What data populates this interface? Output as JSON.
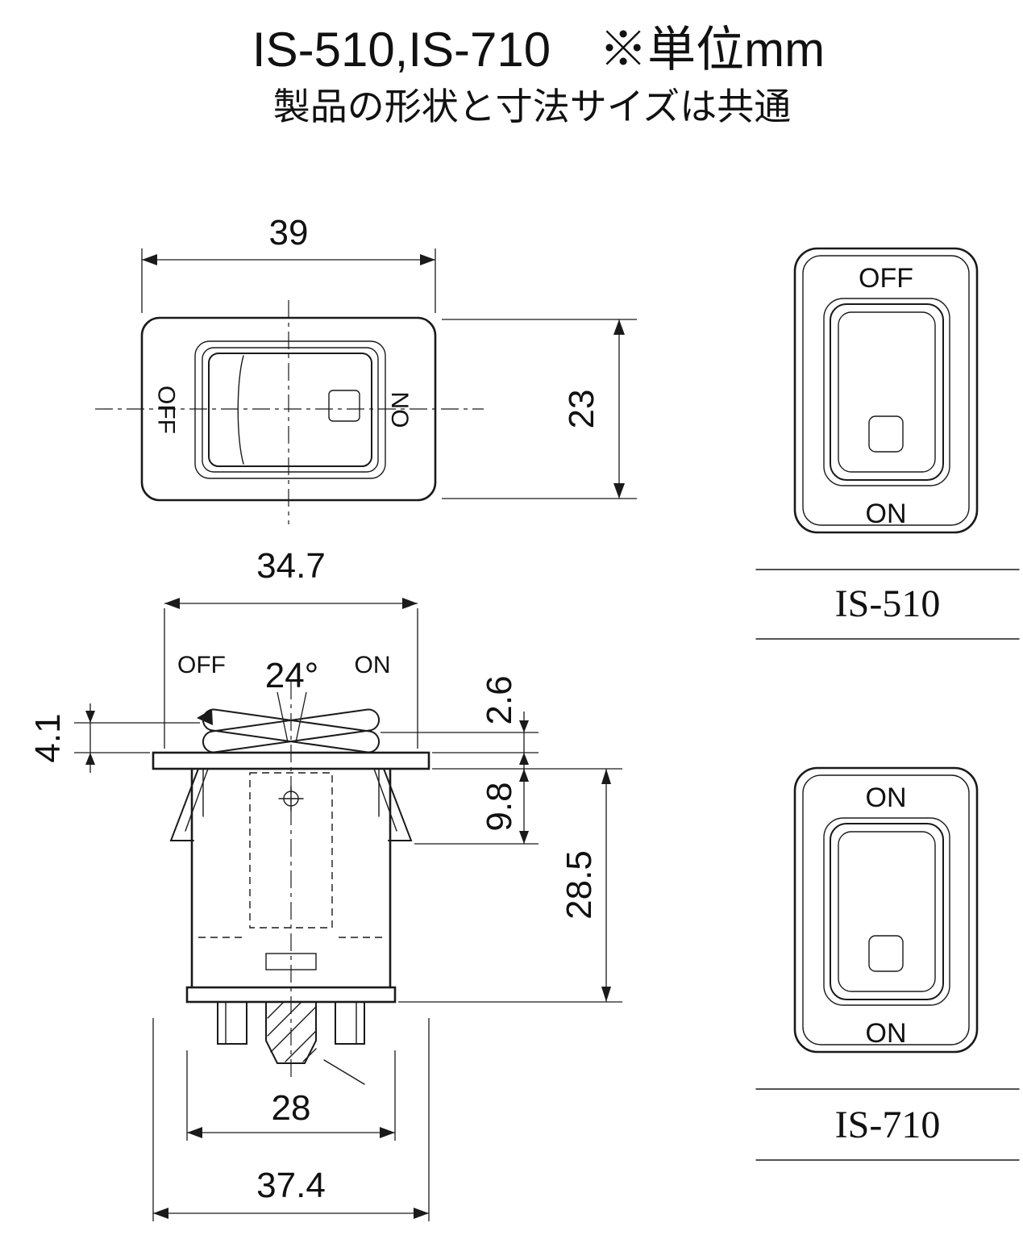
{
  "header": {
    "title": "IS-510,IS-710　※単位mm",
    "subtitle": "製品の形状と寸法サイズは共通"
  },
  "top_view": {
    "dim_width": "39",
    "dim_height": "23",
    "label_off": "OFF",
    "label_on": "ON"
  },
  "side_view": {
    "dim_top_width": "34.7",
    "dim_angle": "24°",
    "label_off": "OFF",
    "label_on": "ON",
    "dim_flange_height": "4.1",
    "dim_protrusion": "2.6",
    "dim_snap_depth": "9.8",
    "dim_body_height": "28.5",
    "dim_terminal_width": "28",
    "dim_overall_width": "37.4"
  },
  "front_views": {
    "is510": {
      "top_label": "OFF",
      "bottom_label": "ON",
      "model": "IS-510"
    },
    "is710": {
      "top_label": "ON",
      "bottom_label": "ON",
      "model": "IS-710"
    }
  },
  "colors": {
    "line": "#1a1a1a",
    "background": "#ffffff"
  }
}
